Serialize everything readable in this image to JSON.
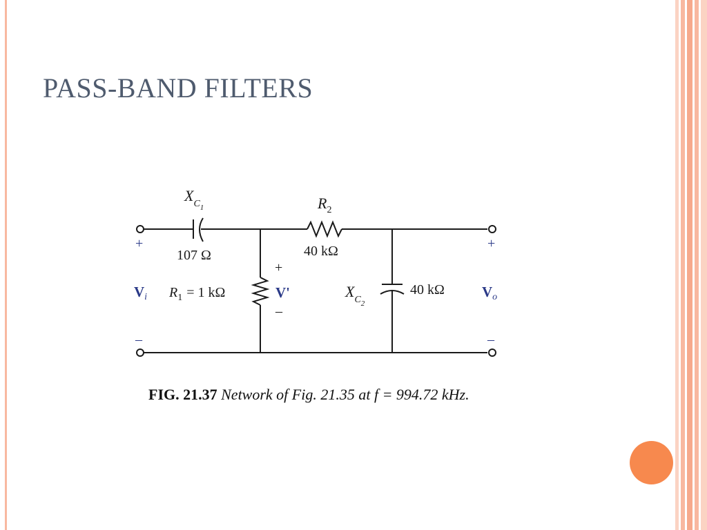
{
  "slide": {
    "title": "PASS-BAND FILTERS"
  },
  "circuit": {
    "xc1_symbol": "X",
    "xc1_sub": "C",
    "xc1_subsub": "1",
    "xc1_value": "107 Ω",
    "r2_symbol": "R",
    "r2_sub": "2",
    "r2_value": "40 kΩ",
    "r1_symbol": "R",
    "r1_sub": "1",
    "r1_value": "= 1 kΩ",
    "xc2_symbol": "X",
    "xc2_sub": "C",
    "xc2_subsub": "2",
    "xc2_value": "40 kΩ",
    "vi_symbol": "V",
    "vi_sub": "i",
    "vprime_label": "V'",
    "vo_symbol": "V",
    "vo_sub": "o",
    "plus": "+",
    "minus": "–"
  },
  "caption": {
    "label": "FIG. 21.37",
    "text": "Network of Fig. 21.35 at f = 994.72 kHz."
  },
  "colors": {
    "title": "#4f5b6e",
    "accent": "#f7894e",
    "stripe": "#f8b8a0"
  }
}
